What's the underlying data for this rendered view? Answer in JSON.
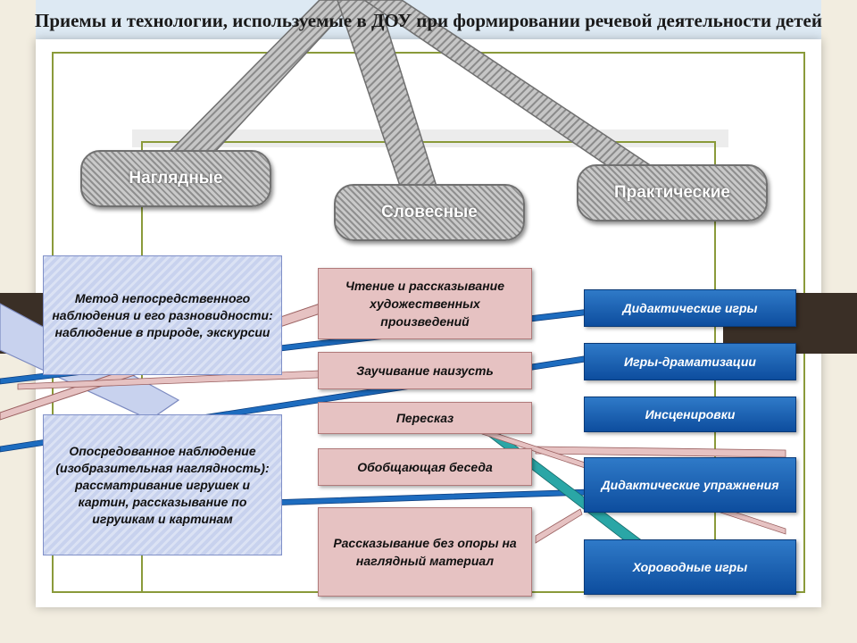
{
  "title": "Приемы и технологии, используемые в ДОУ при формировании речевой деятельности детей",
  "categories": {
    "visual": "Наглядные",
    "verbal": "Словесные",
    "practical": "Практические"
  },
  "visual_methods": [
    "Метод непосредственного наблюдения и его разновидности: наблюдение в природе, экскурсии",
    "Опосредованное наблюдение (изобразительная наглядность): рассматривание игрушек и картин, рассказывание по игрушкам и картинам"
  ],
  "verbal_methods": [
    "Чтение и рассказывание художественных произведений",
    "Заучивание наизусть",
    "Пересказ",
    "Обобщающая беседа",
    "Рассказывание без опоры на наглядный материал"
  ],
  "practical_methods": [
    "Дидактические игры",
    "Игры-драматизации",
    "Инсценировки",
    "Дидактические упражнения",
    "Хороводные игры"
  ],
  "colors": {
    "visual_box": "#c8d2ee",
    "verbal_box": "#e6c2c2",
    "practical_box": "#1763b5",
    "category_hatch": "#9a9a9a",
    "frame": "#8a9a3a"
  }
}
